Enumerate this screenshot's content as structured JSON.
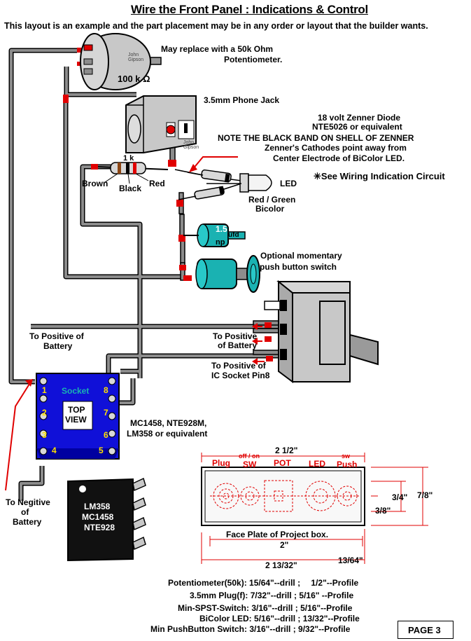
{
  "title": "Wire the Front Panel : Indications & Control",
  "subtitle": "This layout is an example and the part placement may be in any order or layout that the builder wants.",
  "potentiometer": {
    "note": "May replace with a 50k Ohm",
    "note2": "Potentiometer.",
    "value_label": "100 k",
    "ohm_symbol": "Ω",
    "brand_line1": "John",
    "brand_line2": "Gipson"
  },
  "jack": {
    "label": "3.5mm Phone Jack",
    "brand_line1": "John",
    "brand_line2": "Gipson"
  },
  "zener": {
    "line1": "18 volt Zenner Diode",
    "line2": "NTE5026 or equivalent",
    "line3": "NOTE THE BLACK BAND ON SHELL OF ZENNER",
    "line4": "Zenner's Cathodes point away from",
    "line5": "Center Electrode of BiColor LED."
  },
  "see_circuit": "✳See Wiring Indication Circuit",
  "resistor": {
    "value": "1 k",
    "band1": "Brown",
    "band2": "Black",
    "band3": "Red"
  },
  "led": {
    "label": "LED",
    "desc_line1": "Red / Green",
    "desc_line2": "Bicolor"
  },
  "capacitor": {
    "value": "1.5",
    "unit": "ufd",
    "type": "np"
  },
  "pushbutton": {
    "line1": "Optional momentary",
    "line2": "push button switch"
  },
  "battery_left": {
    "line1": "To Positive of",
    "line2": "Battery"
  },
  "battery_right": {
    "line1": "To Positive",
    "line2": "of Battery"
  },
  "ic_pin8": {
    "line1": "To Positive of",
    "line2": "IC Socket Pin8"
  },
  "socket": {
    "label": "Socket",
    "top_view_line1": "TOP",
    "top_view_line2": "VIEW",
    "pins": [
      "1",
      "2",
      "3",
      "4",
      "5",
      "6",
      "7",
      "8"
    ]
  },
  "ic_equiv": {
    "line1": "MC1458,  NTE928M,",
    "line2": "LM358 or equivalent"
  },
  "negative": {
    "line1": "To Negitive",
    "line2": "of",
    "line3": "Battery"
  },
  "chip": {
    "line1": "LM358",
    "line2": "MC1458",
    "line3": "NTE928"
  },
  "faceplate": {
    "width_top": "2 1/2\"",
    "col_plug": "Plug",
    "col_sw_top": "off / on",
    "col_sw": "SW",
    "col_pot": "POT",
    "col_led": "LED",
    "col_push_top": "sw",
    "col_push": "Push",
    "dim_34": "3/4\"",
    "dim_78": "7/8\"",
    "dim_38": "3/8\"",
    "caption": "Face Plate of Project box.",
    "dim_2": "2\"",
    "dim_213": "2 13/32\"",
    "dim_1364": "13/64\""
  },
  "drill_table": [
    {
      "part": "Potentiometer(50k):",
      "drill": "15/64\"--drill  ;",
      "profile": "1/2\"--Profile"
    },
    {
      "part": "3.5mm Plug(f):",
      "drill": "7/32\"--drill  ;",
      "profile": "5/16\" --Profile"
    },
    {
      "part": "Min-SPST-Switch:",
      "drill": "3/16\"--drill  ;",
      "profile": "5/16\"--Profile"
    },
    {
      "part": "BiColor LED:",
      "drill": "5/16\"--drill  ;",
      "profile": "13/32\"--Profile"
    },
    {
      "part": "Min PushButton Switch:",
      "drill": "3/16\"--drill  ;",
      "profile": "9/32\"--Profile"
    }
  ],
  "page": {
    "label": "PAGE",
    "number": "3"
  },
  "colors": {
    "wire_gray": "#8c8c8c",
    "socket_blue": "#1010d8",
    "capacitor_cyan": "#1ab2b2",
    "dim_red": "#e00000",
    "body_gray": "#c8c8c8"
  }
}
